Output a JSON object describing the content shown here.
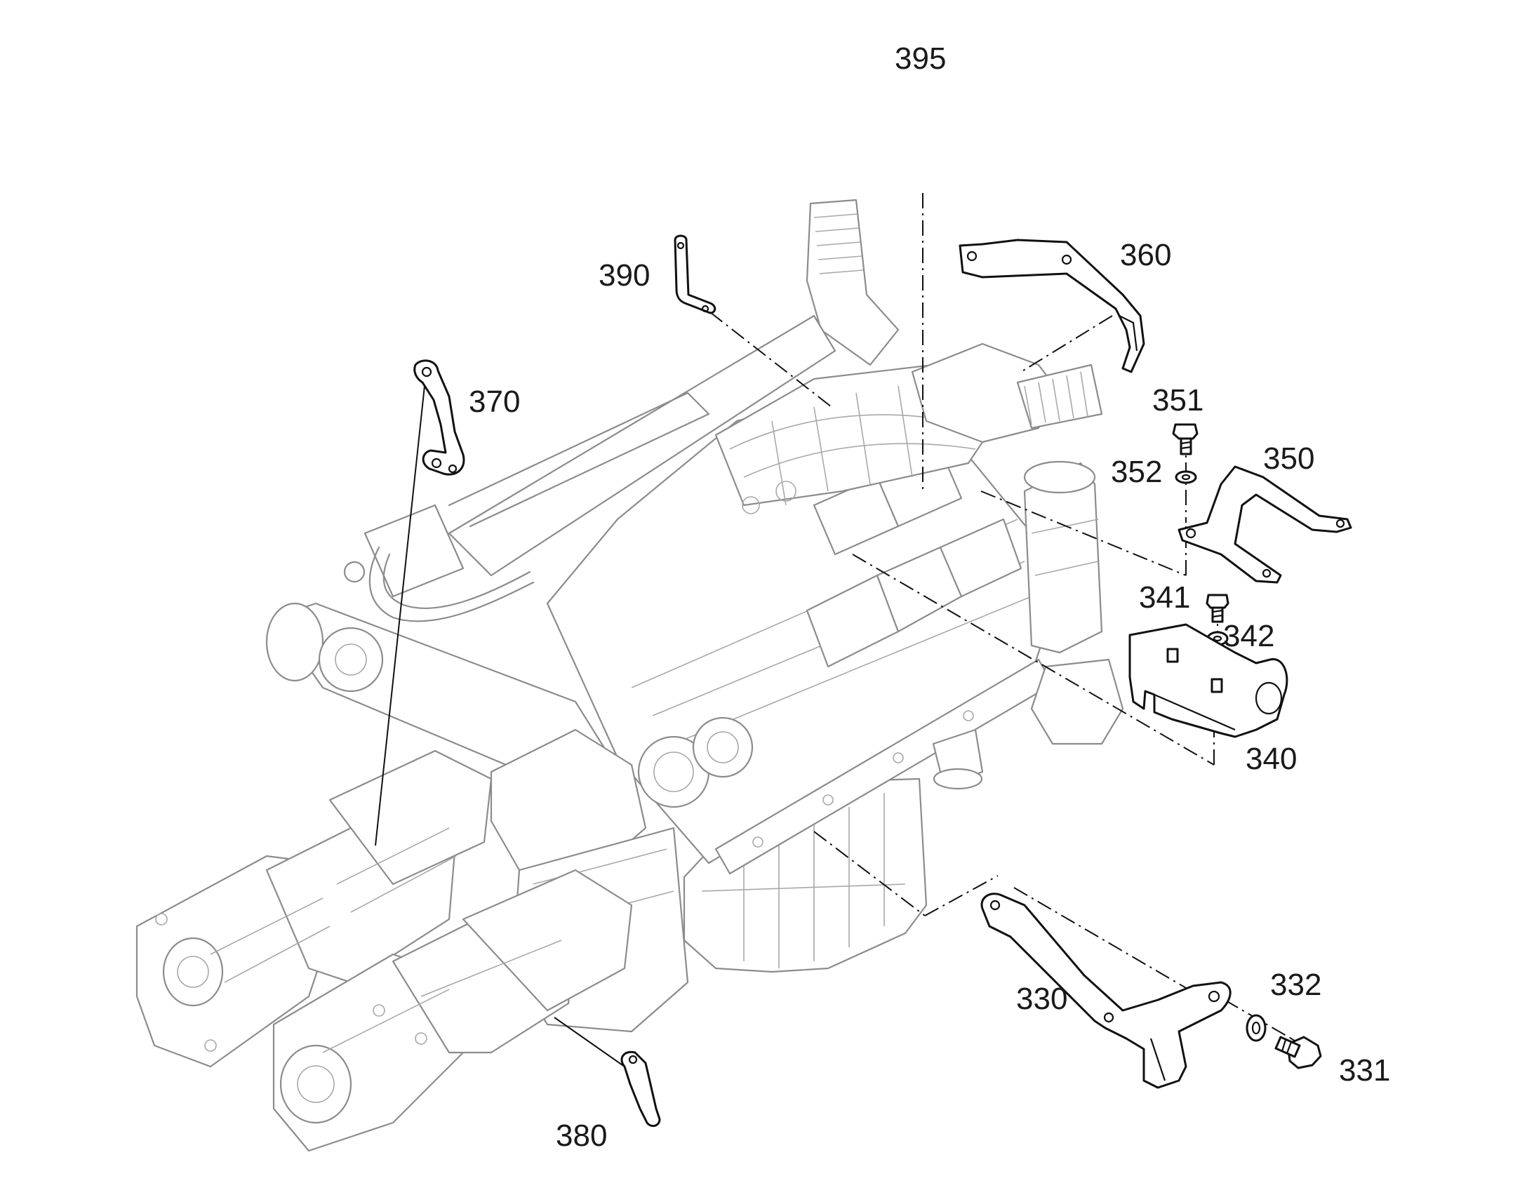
{
  "labels": {
    "l395": "395",
    "l390": "390",
    "l360": "360",
    "l370": "370",
    "l351": "351",
    "l352": "352",
    "l350": "350",
    "l341": "341",
    "l342": "342",
    "l340": "340",
    "l330": "330",
    "l332": "332",
    "l331": "331",
    "l380": "380"
  }
}
